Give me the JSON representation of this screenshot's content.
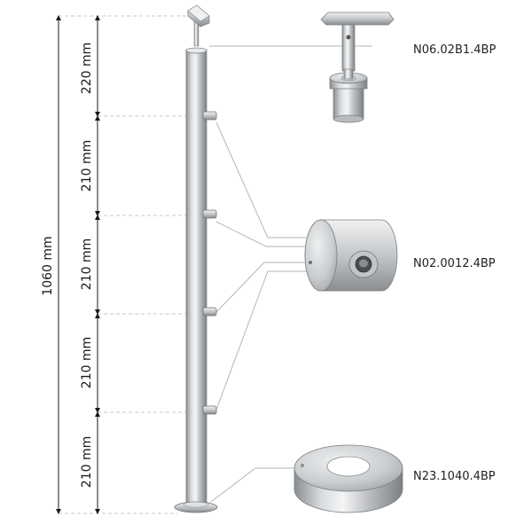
{
  "dimensions": {
    "total": "1060 mm",
    "segments": [
      "220 mm",
      "210 mm",
      "210 mm",
      "210 mm",
      "210 mm"
    ]
  },
  "parts": {
    "handrail_support": {
      "code": "N06.02B1.4BP",
      "icon": "handrail-support-icon"
    },
    "cross_bar_holder": {
      "code": "N02.0012.4BP",
      "icon": "cross-bar-holder-icon"
    },
    "base_cover": {
      "code": "N23.1040.4BP",
      "icon": "base-cover-icon"
    }
  },
  "colors": {
    "steel_dark": "#8a8d90",
    "steel_light": "#e6e8ea",
    "line": "#1a1a1a",
    "leader": "#b5b5b5",
    "dashed": "#c8c8c8"
  }
}
